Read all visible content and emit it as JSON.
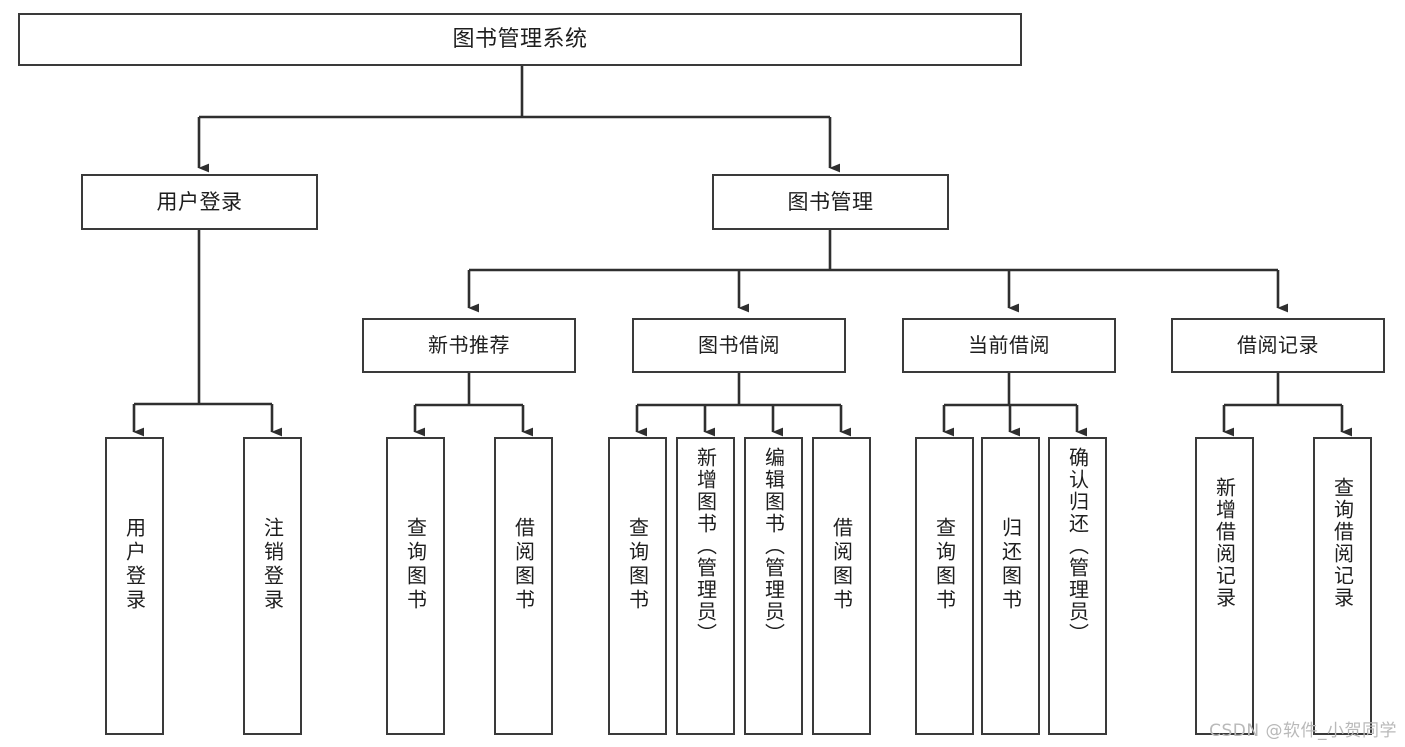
{
  "diagram": {
    "title": "图书管理系统",
    "type": "功能结构图",
    "watermark": "CSDN @软件_小贺同学"
  },
  "colors": {
    "box_border": "#3a3a3a",
    "box_fill": "#ffffff",
    "connector": "#2f2f2f",
    "text": "#1e1e1e",
    "watermark": "#b9b9b9",
    "background": "#ffffff"
  },
  "nodes": {
    "root": {
      "label": "图书管理系统"
    },
    "level2": [
      {
        "id": "user-login",
        "label": "用户登录"
      },
      {
        "id": "book-manage",
        "label": "图书管理"
      }
    ],
    "level3": [
      {
        "id": "new-book-recommend",
        "label": "新书推荐"
      },
      {
        "id": "book-borrow",
        "label": "图书借阅"
      },
      {
        "id": "current-borrow",
        "label": "当前借阅"
      },
      {
        "id": "borrow-record",
        "label": "借阅记录"
      }
    ],
    "leaves": {
      "user_login": [
        {
          "id": "leaf-user-login",
          "label": "用户登录"
        },
        {
          "id": "leaf-logout-login",
          "label": "注销登录"
        }
      ],
      "new_book_recommend": [
        {
          "id": "leaf-query-book-1",
          "label": "查询图书"
        },
        {
          "id": "leaf-borrow-book-1",
          "label": "借阅图书"
        }
      ],
      "book_borrow": [
        {
          "id": "leaf-query-book-2",
          "label": "查询图书"
        },
        {
          "id": "leaf-add-book",
          "label": "新增图书（管理员）"
        },
        {
          "id": "leaf-edit-book",
          "label": "编辑图书（管理员）"
        },
        {
          "id": "leaf-borrow-book-2",
          "label": "借阅图书"
        }
      ],
      "current_borrow": [
        {
          "id": "leaf-query-book-3",
          "label": "查询图书"
        },
        {
          "id": "leaf-return-book",
          "label": "归还图书"
        },
        {
          "id": "leaf-confirm-return",
          "label": "确认归还（管理员）"
        }
      ],
      "borrow_record": [
        {
          "id": "leaf-add-record",
          "label": "新增借阅记录"
        },
        {
          "id": "leaf-query-record",
          "label": "查询借阅记录"
        }
      ]
    }
  }
}
